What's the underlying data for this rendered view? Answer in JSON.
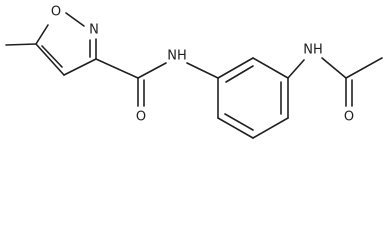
{
  "molecule": {
    "atom_labels": {
      "ring_oxygen": "O",
      "ring_nitrogen": "N",
      "amide_nh_left": "NH",
      "amide_nh_right": "NH",
      "carbonyl_oxygen_left": "O",
      "carbonyl_oxygen_right": "O"
    }
  },
  "colors": {
    "bond": "#202020",
    "label": "#202020",
    "background": "#ffffff"
  }
}
